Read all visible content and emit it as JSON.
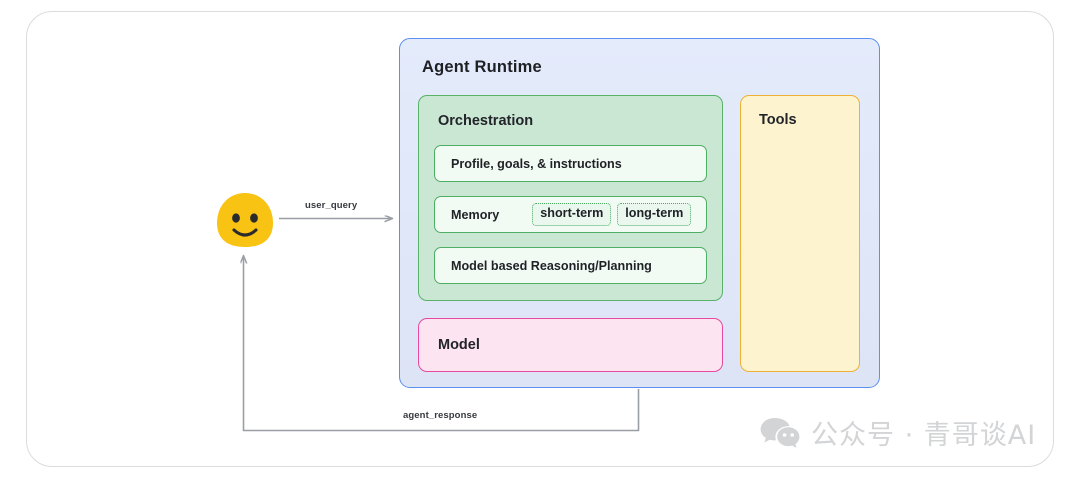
{
  "diagram": {
    "title": "Agent Runtime",
    "outer_frame": {
      "name": "diagram-canvas"
    },
    "actor": {
      "name": "user",
      "icon": "smiley-face-icon",
      "color": "#f9c313"
    },
    "runtime": {
      "label": "Agent Runtime",
      "border_color": "#5b8ff0",
      "fill_color": "#dfe7f9"
    },
    "orchestration": {
      "label": "Orchestration",
      "border_color": "#58b368",
      "fill_color": "#c9e7d2",
      "rows": [
        {
          "label": "Profile, goals, & instructions",
          "chips": []
        },
        {
          "label": "Memory",
          "chips": [
            "short-term",
            "long-term"
          ]
        },
        {
          "label": "Model based Reasoning/Planning",
          "chips": []
        }
      ]
    },
    "model": {
      "label": "Model",
      "border_color": "#e8499f",
      "fill_color": "#fce5f0"
    },
    "tools": {
      "label": "Tools",
      "border_color": "#efb134",
      "fill_color": "#fdf3cf"
    },
    "edges": [
      {
        "label": "user_query",
        "from": "user",
        "to": "agent-runtime",
        "direction": "right"
      },
      {
        "label": "agent_response",
        "from": "agent-runtime",
        "to": "user",
        "direction": "left-up"
      }
    ]
  },
  "watermark": {
    "icon": "wechat-icon",
    "text": "公众号 · 青哥谈AI"
  }
}
